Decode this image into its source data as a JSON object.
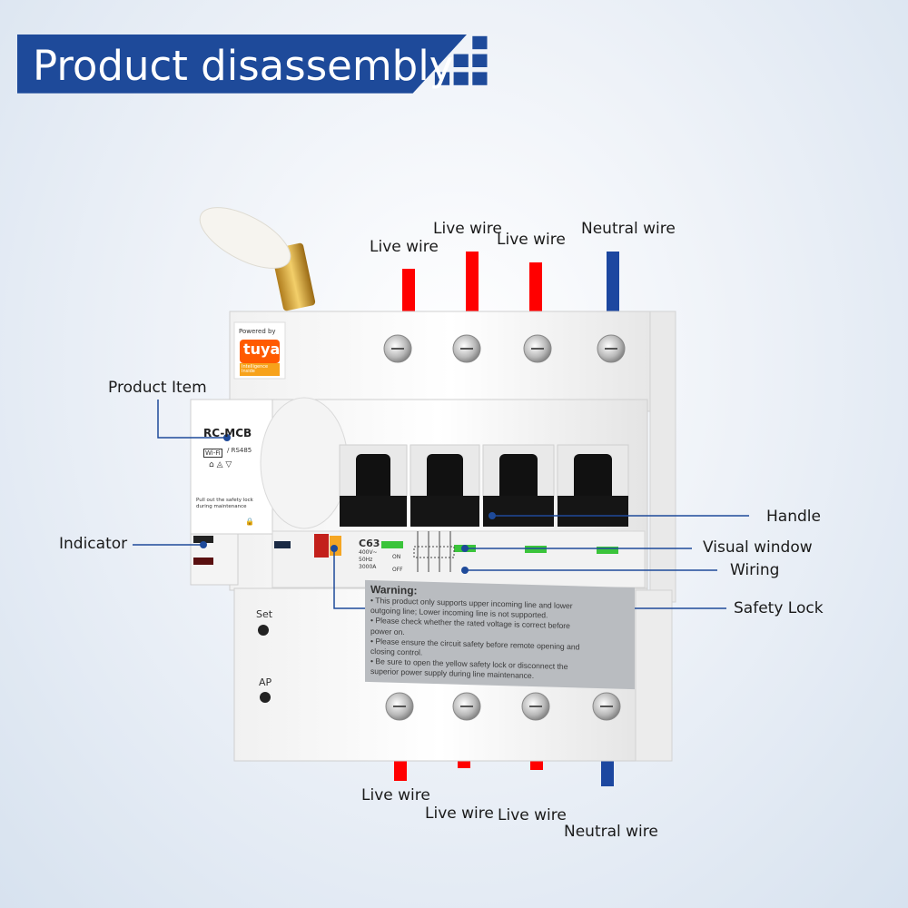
{
  "header": {
    "title": "Product disassembly"
  },
  "callouts": {
    "product_item": "Product Item",
    "indicator": "Indicator",
    "handle": "Handle",
    "visual_window": "Visual window",
    "wiring": "Wiring",
    "safety_lock": "Safety Lock"
  },
  "top_wires": [
    {
      "label": "Live wire",
      "color": "#ff0000"
    },
    {
      "label": "Live wire",
      "color": "#ff0000"
    },
    {
      "label": "Live wire",
      "color": "#ff0000"
    },
    {
      "label": "Neutral wire",
      "color": "#1c47a0"
    }
  ],
  "bottom_wires": [
    {
      "label": "Live wire",
      "color": "#ff0000"
    },
    {
      "label": "Live wire",
      "color": "#ff0000"
    },
    {
      "label": "Live wire",
      "color": "#ff0000"
    },
    {
      "label": "Neutral wire",
      "color": "#1c47a0"
    }
  ],
  "device": {
    "powered_by": "Powered by",
    "brand": "tuya",
    "brand_tag": "Intelligence Inside",
    "model": "RC-MCB",
    "comms": "/ RS485",
    "safety_note": "Pull out the safety lock during maintenance",
    "button_set": "Set",
    "button_ap": "AP",
    "rating": "C63",
    "voltage": "400V~",
    "frequency": "50Hz",
    "capacity": "3000A",
    "on": "ON",
    "off": "OFF"
  },
  "warning": {
    "title": "Warning:",
    "lines": [
      "• This product only supports upper incoming line and lower",
      "outgoing line; Lower incoming line is not supported.",
      "• Please check whether the rated voltage is correct before",
      "power on.",
      "• Please ensure the circuit safety before remote opening and",
      "closing control.",
      "• Be sure to open the yellow safety lock or disconnect the",
      "superior power supply during line maintenance."
    ]
  },
  "colors": {
    "banner": "#1e4a9a",
    "live": "#ff0000",
    "neutral": "#1c47a0",
    "pointer": "#1e4a9a",
    "lock": "#f5a623"
  }
}
